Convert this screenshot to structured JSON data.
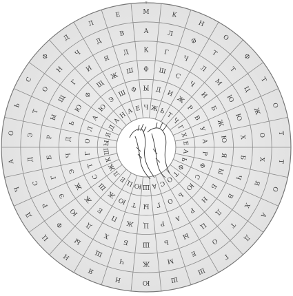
{
  "wheel": {
    "top_mark": "ᵀ",
    "ring_count": 6,
    "sectors": 30,
    "rings": [
      [
        "М",
        "К",
        "Н",
        "О",
        "Ф",
        "Т",
        "О",
        "Т",
        "Т",
        "О",
        "А",
        "Д",
        "Г",
        "Ш",
        "Ш",
        "Ю",
        "Н",
        "Я",
        "Н",
        "Ц",
        "Д",
        "Ч",
        "А",
        "О",
        "Ь",
        "С",
        "Ф",
        "Д",
        "Л",
        "Е"
      ],
      [
        "А",
        "Л",
        "Ф",
        "Т",
        "Т",
        "Ц",
        "Ж",
        "О",
        "Х",
        "Я",
        "Х",
        "Т",
        "О",
        "Е",
        "М",
        "Ж",
        "Ч",
        "Щ",
        "Ы",
        "Ф",
        "Р",
        "С",
        "Д",
        "Э",
        "Т",
        "О",
        "Н",
        "Ч",
        "Д",
        "В"
      ],
      [
        "К",
        "Г",
        "Ч",
        "Л",
        "М",
        "Ю",
        "Ю",
        "Х",
        "Б",
        "Ч",
        "В",
        "Д",
        "Ц",
        "Ы",
        "Ь",
        "Ш",
        "Б",
        "Х",
        "Д",
        "Ю",
        "Э",
        "Г",
        "Б",
        "Р",
        "Ы",
        "Щ",
        "Г",
        "И",
        "Я",
        "Д"
      ],
      [
        "Ф",
        "Ш",
        "С",
        "Ч",
        "И",
        "Б",
        "Ж",
        "Ю",
        "Я",
        "Ы",
        "Б",
        "Н",
        "Р",
        "А",
        "Р",
        "Ц",
        "Ж",
        "П",
        "Е",
        "Ж",
        "Ж",
        "Э",
        "Ч",
        "Д",
        "Ь",
        "Ю",
        "Ф",
        "Щ",
        "Ж",
        "Ш"
      ],
      [
        "Ы",
        "Д",
        "И",
        "Ж",
        "Р",
        "В",
        "У",
        "А",
        "Р",
        "Ф",
        "С",
        "Ю",
        "Ь",
        "О",
        "Г",
        "Ы",
        "Т",
        "Ю",
        "Ж",
        "Ш",
        "С",
        "Т",
        "Г",
        "О",
        "Л",
        "А",
        "Ю",
        "Э",
        "Ш",
        "Ф"
      ],
      [
        "Ч",
        "Ж",
        "Ь",
        "Т",
        "Ч",
        "Г",
        "Х",
        "Е",
        "А",
        "Ь",
        "Ф",
        "Т",
        "О",
        "С",
        "А",
        "Ш",
        "Ю",
        "Ц",
        "Е",
        "Л",
        "Ж",
        "К",
        "Ш",
        "Ы",
        "Я",
        "Д",
        "А",
        "Н",
        "А",
        "Е"
      ]
    ]
  }
}
